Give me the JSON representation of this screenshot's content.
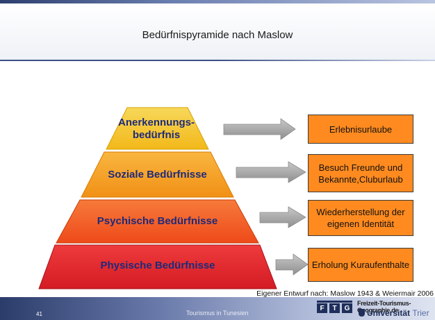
{
  "title": "Bedürfnispyramide nach Maslow",
  "pyramid": [
    {
      "label": "Anerkennungs-\nbedürfnis",
      "color": "#f2c21c",
      "text_color": "#1e2a7a"
    },
    {
      "label": "Soziale Bedürfnisse",
      "color": "#f5a020",
      "text_color": "#1e2a7a"
    },
    {
      "label": "Psychische Bedürfnisse",
      "color": "#f25a1d",
      "text_color": "#1e2a7a"
    },
    {
      "label": "Physische Bedürfnisse",
      "color": "#e8202a",
      "text_color": "#1e2a7a"
    }
  ],
  "boxes": [
    {
      "text": "Erlebnisurlaube"
    },
    {
      "text": "Besuch Freunde und Bekannte,Cluburlaub"
    },
    {
      "text": "Wiederherstellung der eigenen Identität"
    },
    {
      "text": "Erholung Kuraufenthalte"
    }
  ],
  "arrow_color": "#a8a8a8",
  "box_color": "#ff8a1f",
  "source_note": "Eigener Entwurf nach: Maslow 1943 & Weiermair 2006",
  "footer": {
    "slide_number": "41",
    "text": "Tourismus in Tunesien",
    "logo_letters": [
      "F",
      "T",
      "G"
    ],
    "logo_site": "Freizeit-Tourismus-Geographie.de",
    "logo_uni": "Universität",
    "logo_city": "Trier"
  }
}
